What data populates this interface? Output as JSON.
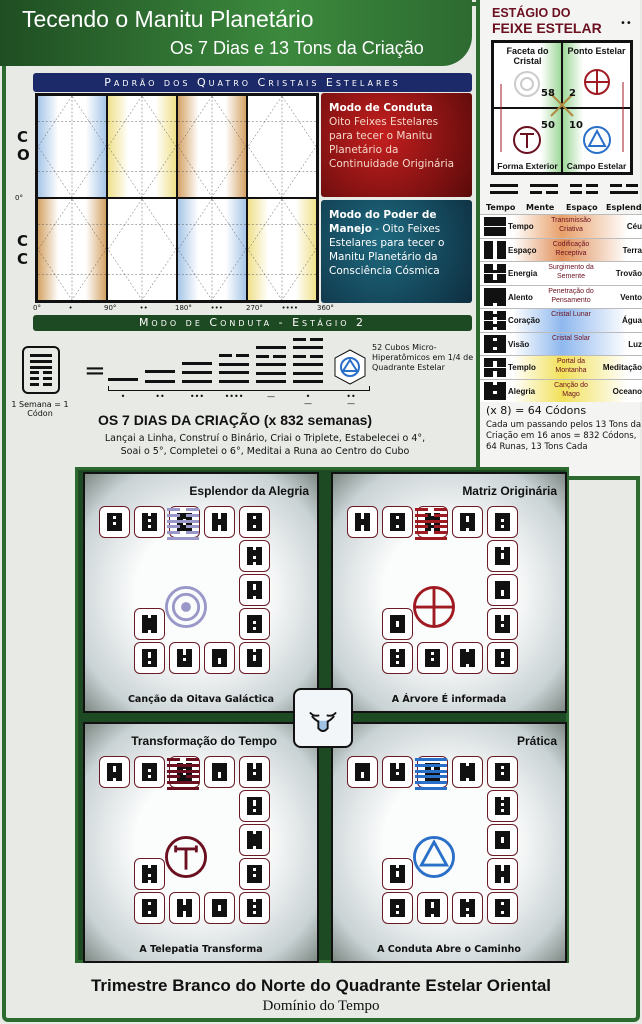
{
  "header": {
    "title": "Tecendo o Manitu Planetário",
    "subtitle": "Os 7 Dias e 13 Tons da Criação"
  },
  "pattern": {
    "banner": "Padrão dos Quatro Cristais Estelares",
    "row_labels": [
      [
        "C",
        "O"
      ],
      [
        "C",
        "C"
      ]
    ],
    "zero_label": "0°",
    "axis": [
      "0°",
      "•",
      "90°",
      "••",
      "180°",
      "•••",
      "270°",
      "••••",
      "360°"
    ],
    "footer_banner": "Modo de Conduta - Estágio 2"
  },
  "mode_conduta": {
    "title": "Modo de Conduta",
    "text": "Oito Feixes Estelares para tecer o Manitu Planetário da Continuidade Originária"
  },
  "mode_poder": {
    "title": "Modo do Poder de Manejo",
    "text": " - Oito Feixes Estelares para tecer o Manitu Planetário da Consciência Cósmica"
  },
  "feixe": {
    "title1": "ESTÁGIO DO",
    "title2": "FEIXE ESTELAR",
    "dots": "••",
    "quads": [
      "Faceta do Cristal",
      "Ponto Estelar",
      "Forma Exterior",
      "Campo Estelar"
    ],
    "numbers": [
      "58",
      "2",
      "50",
      "10"
    ]
  },
  "table": {
    "headers": [
      "Tempo",
      "Mente",
      "Espaço",
      "Esplendor"
    ],
    "rows": [
      {
        "name": "Tempo",
        "middle": "Transmissão Criativa",
        "element": "Céu",
        "lines": "111111"
      },
      {
        "name": "Espaço",
        "middle": "Codificação Receptiva",
        "element": "Terra",
        "lines": "000000"
      },
      {
        "name": "Energia",
        "middle": "Surgimento da Semente",
        "element": "Trovão",
        "lines": "001001"
      },
      {
        "name": "Alento",
        "middle": "Penetração do Pensamento",
        "element": "Vento",
        "lines": "111110"
      },
      {
        "name": "Coração",
        "middle": "Cristal Lunar",
        "element": "Água",
        "lines": "010010"
      },
      {
        "name": "Visão",
        "middle": "Cristal Solar",
        "element": "Luz",
        "lines": "101101"
      },
      {
        "name": "Templo",
        "middle": "Portal da Montanha",
        "element": "Meditação",
        "lines": "100100"
      },
      {
        "name": "Alegria",
        "middle": "Canção do Mago",
        "element": "Oceano",
        "lines": "011011"
      }
    ],
    "x8": "(x 8) = 64 Códons",
    "note": "Cada um passando pelos 13 Tons da Criação em 16 anos = 832 Códons, 64 Runas, 13 Tons Cada"
  },
  "week": {
    "label": "1 Semana = 1 Códon",
    "equals": "=",
    "tones": [
      "•",
      "••",
      "•••",
      "••••",
      "—",
      "•\n—",
      "••\n—"
    ],
    "cubes": "52 Cubos Micro-Hiperatômicos em 1/4 de Quadrante Estelar",
    "title": "OS 7 DIAS DA CRIAÇÃO (x 832 semanas)",
    "text": "Lançai a Linha, Construí o Binário, Criai o Triplete, Estabelecei o 4°, Soai o 5°, Completei o 6°, Meditai a Runa ao Centro do Cubo"
  },
  "quadrants": [
    {
      "title": "Esplendor da Alegria",
      "caption": "Canção da Oitava Galáctica",
      "color": "#9a98c8",
      "glyph": "circles"
    },
    {
      "title": "Matriz Originária",
      "caption": "A Árvore É informada",
      "color": "#a01a22",
      "glyph": "cross"
    },
    {
      "title": "Transformação do Tempo",
      "caption": "A Telepatia Transforma",
      "color": "#6b1020",
      "glyph": "tee"
    },
    {
      "title": "Prática",
      "caption": "A Conduta Abre o Caminho",
      "color": "#2a6fc8",
      "glyph": "triangle"
    }
  ],
  "footer": {
    "line1": "Trimestre Branco do Norte do Quadrante Estelar Oriental",
    "line2": "Domínio do Tempo"
  }
}
